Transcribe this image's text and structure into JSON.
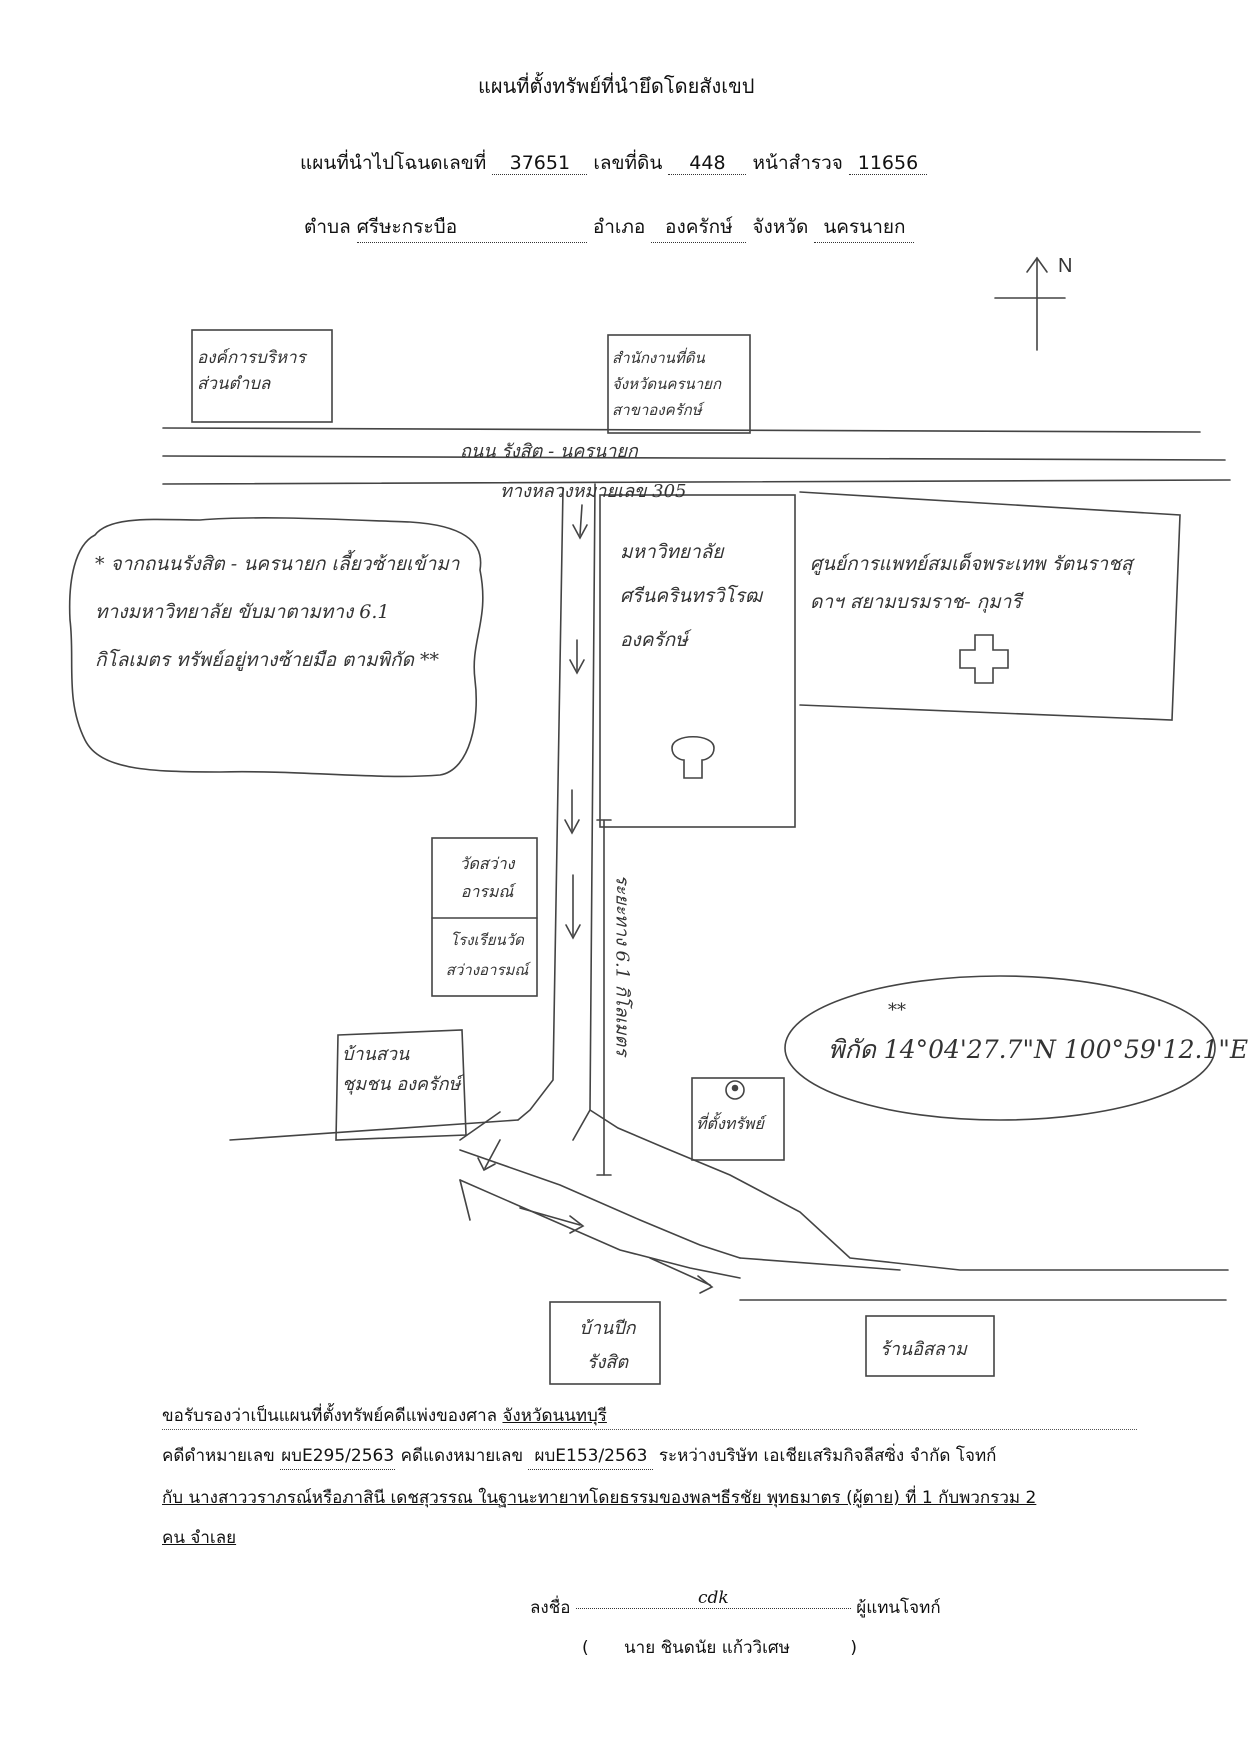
{
  "header": {
    "title": "แผนที่ตั้งทรัพย์ที่นำยึดโดยสังเขป",
    "line2": {
      "label_deed": "แผนที่นำไปโฉนดเลขที่",
      "deed_no": "37651",
      "label_land": "เลขที่ดิน",
      "land_no": "448",
      "label_survey": "หน้าสำรวจ",
      "survey_no": "11656"
    },
    "line3": {
      "label_tambon": "ตำบล",
      "tambon": "ศรีษะกระบือ",
      "label_amphoe": "อำเภอ",
      "amphoe": "องครักษ์",
      "label_province": "จังหวัด",
      "province": "นครนายก"
    }
  },
  "map": {
    "north": "N",
    "labels": {
      "obt": "องค์การบริหาร ส่วนตำบล",
      "land_office": "สำนักงานที่ดิน จังหวัดนครนายก สาขาองครักษ์",
      "road_name": "ถนน  รังสิต  -  นครนายก",
      "highway": "ทางหลวงหมายเลข  305",
      "university": "มหาวิทยาลัย ศรีนครินทรวิโรฒ องครักษ์",
      "hospital": "ศูนย์การแพทย์สมเด็จพระเทพ รัตนราชสุดาฯ สยามบรมราช- กุมารี",
      "note": "* จากถนนรังสิต - นครนายก เลี้ยวซ้ายเข้ามาทางมหาวิทยาลัย ขับมาตามทาง 6.1 กิโลเมตร ทรัพย์อยู่ทางซ้ายมือ ตามพิกัด **",
      "temple": "วัดสว่าง อารมณ์",
      "school": "โรงเรียนวัด สว่างอารมณ์",
      "distance": "ระยะทาง 6.1 กิโลเมตร",
      "village_left": "บ้านสวน ชุมชน องครักษ์",
      "coords_mark": "**",
      "coords": "พิกัด 14°04'27.7\"N 100°59'12.1\"E",
      "property": "ที่ตั้งทรัพย์",
      "village_bottom": "บ้านปีก รังสิต",
      "shop": "ร้านอิสลาม"
    }
  },
  "footer": {
    "cert_prefix": "ขอรับรองว่าเป็นแผนที่ตั้งทรัพย์คดีแพ่งของศาล",
    "court": "จังหวัดนนทบุรี",
    "black_label": "คดีดำหมายเลข",
    "black_no": "ผบE295/2563",
    "red_label": "คดีแดงหมายเลข",
    "red_no": "ผบE153/2563",
    "between": "ระหว่างบริษัท เอเชียเสริมกิจลีสซิ่ง จำกัด โจทก์",
    "with_label": "กับ",
    "defendants": "นางสาววราภรณ์หรือภาสินี เดชสุวรรณ ในฐานะทายาทโดยธรรมของพลฯธีรชัย พุทธมาตร (ผู้ตาย) ที่ 1 กับพวกรวม 2",
    "defendants_end": "คน จำเลย",
    "sign_label": "ลงชื่อ",
    "signature": "cdk",
    "sign_role": "ผู้แทนโจทก์",
    "sign_name_open": "(",
    "sign_name": "นาย ชินดนัย แก้ววิเศษ",
    "sign_name_close": ")"
  }
}
